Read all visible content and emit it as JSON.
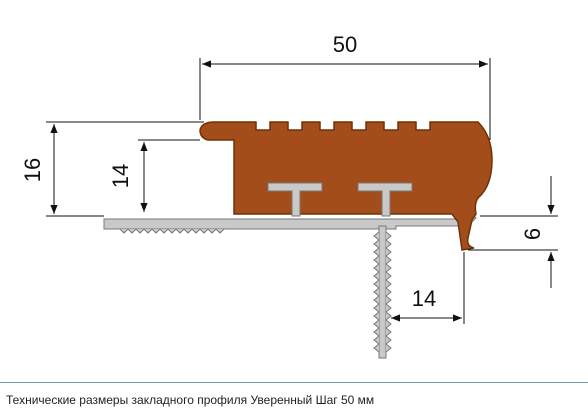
{
  "colors": {
    "rubber": "#a34e1a",
    "rubber_edge": "#6e3208",
    "aluminum": "#c9c9c9",
    "aluminum_edge": "#777777",
    "line": "#111111",
    "caption_rule": "#7a93b3"
  },
  "dimensions": {
    "width_top": "50",
    "height_total": "16",
    "height_inner": "14",
    "height_nose": "6",
    "anchor_offset": "14"
  },
  "caption": "Технические размеры закладного профиля Уверенный Шаг 50 мм"
}
